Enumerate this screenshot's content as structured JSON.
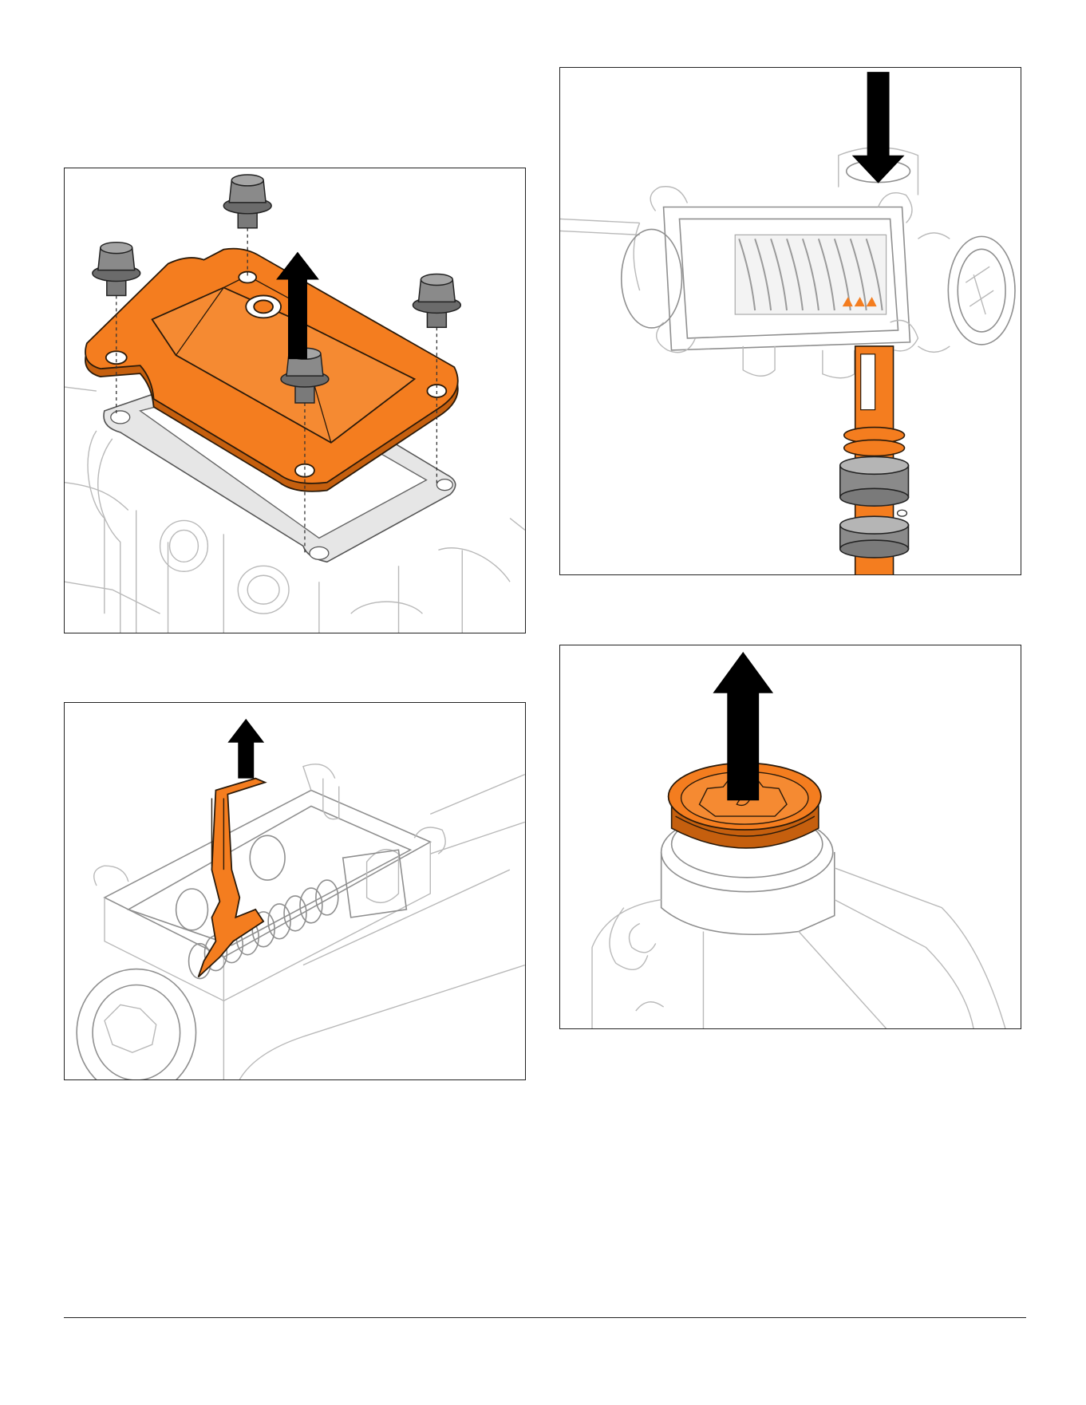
{
  "colors": {
    "highlight": "#F47D1F",
    "highlight_dark": "#C55F0E",
    "outline": "#222222",
    "linework": "#B9B9B9",
    "fastener": "#7A7A7A",
    "arrow": "#000000"
  },
  "figures": [
    {
      "id": "cover-plate-removal",
      "arrow_direction": "up"
    },
    {
      "id": "shift-fork-removal",
      "arrow_direction": "up"
    },
    {
      "id": "shaft-installation",
      "arrow_direction": "down"
    },
    {
      "id": "end-plug-removal",
      "arrow_direction": "up"
    }
  ]
}
